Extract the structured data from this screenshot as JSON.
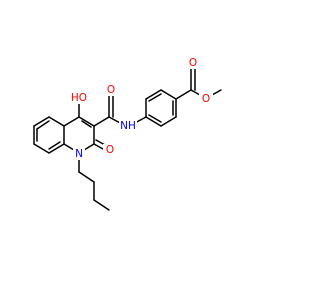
{
  "molecule": {
    "atom_labels": {
      "carbonyl_o_amide": "O",
      "hydroxyl": "HO",
      "amide_nh": "NH",
      "ring_n": "N",
      "lactam_o": "O",
      "ester_carbonyl_o": "O",
      "ester_o": "O"
    },
    "colors": {
      "bond": "#000000",
      "nitrogen": "#0000ff",
      "oxygen": "#ff0000"
    }
  }
}
